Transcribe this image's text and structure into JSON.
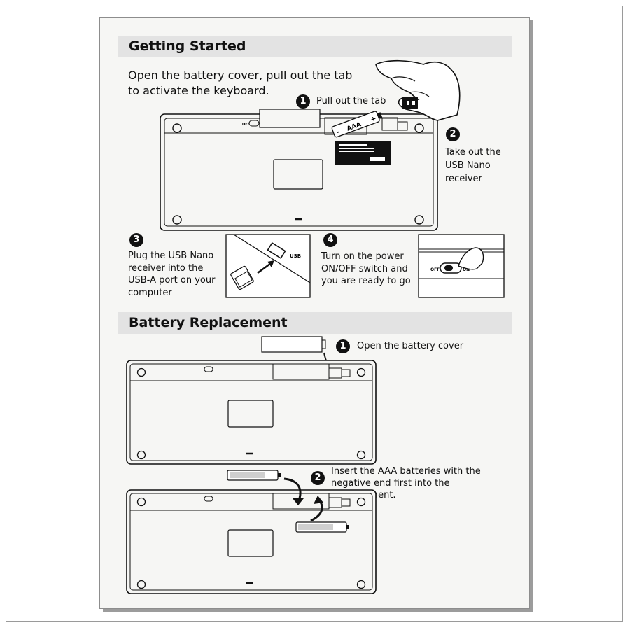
{
  "getting_started": {
    "heading": "Getting Started",
    "intro": "Open the battery cover, pull out the tab to activate the keyboard.",
    "steps": [
      {
        "num": "1",
        "text": "Pull out the tab"
      },
      {
        "num": "2",
        "text": "Take out the USB Nano receiver"
      },
      {
        "num": "3",
        "text": "Plug the USB Nano receiver into the USB-A port on your computer"
      },
      {
        "num": "4",
        "text": "Turn on the power ON/OFF switch and you are ready to go"
      }
    ],
    "battery_label": "AAA",
    "usb_port_label": "USB",
    "switch_off": "OFF",
    "switch_on": "ON"
  },
  "battery_replacement": {
    "heading": "Battery Replacement",
    "steps": [
      {
        "num": "1",
        "text": "Open the battery cover"
      },
      {
        "num": "2",
        "text": "Insert the AAA batteries with the negative end first into the compartment."
      }
    ]
  }
}
